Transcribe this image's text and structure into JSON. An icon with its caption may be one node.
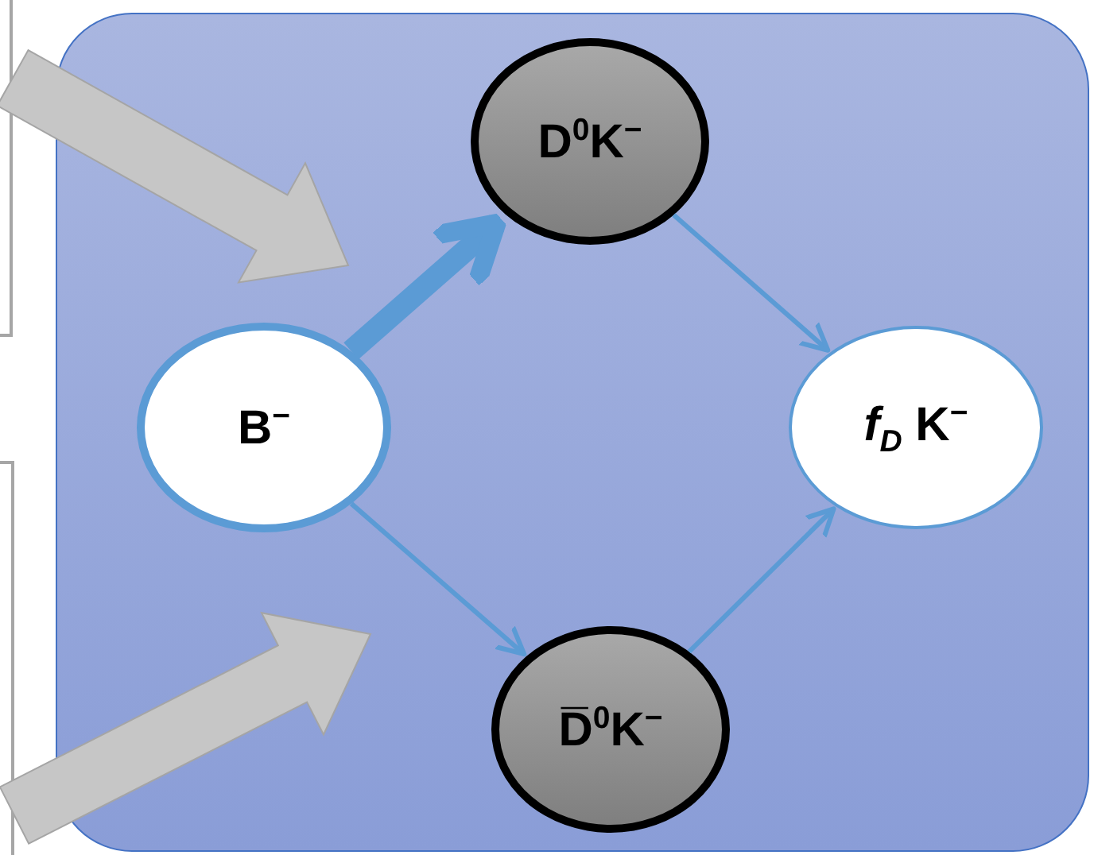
{
  "diagram": {
    "nodes": [
      {
        "text": [],
        "shape": "box"
      },
      {
        "text": [],
        "shape": "box"
      },
      {
        "text": [],
        "shape": "box"
      },
      {
        "text": [
          "D$^{0}$K$^{−}$"
        ],
        "in": 2
      },
      {
        "text": [
          "B$^{−}$"
        ],
        "in": 2
      },
      {
        "text": [
          "*f*$_{D}$ K$^{−}$"
        ],
        "in": 2
      },
      {
        "text": [
          "D̅$^{0}$K$^{−}$"
        ],
        "in": 2
      }
    ],
    "edges": [
      {
        "from": 0,
        "to": null,
        "arrow": "to",
        "style": "thick",
        "color": "#c6c6c6"
      },
      {
        "from": 1,
        "to": null,
        "arrow": "to",
        "style": "thick",
        "color": "#c6c6c6"
      },
      {
        "from": 4,
        "to": 3,
        "arrow": "to",
        "style": "thick"
      },
      {
        "from": 4,
        "to": 6,
        "arrow": "to"
      },
      {
        "from": 3,
        "to": 5,
        "arrow": "to"
      },
      {
        "from": 6,
        "to": 5,
        "arrow": "to"
      }
    ]
  }
}
